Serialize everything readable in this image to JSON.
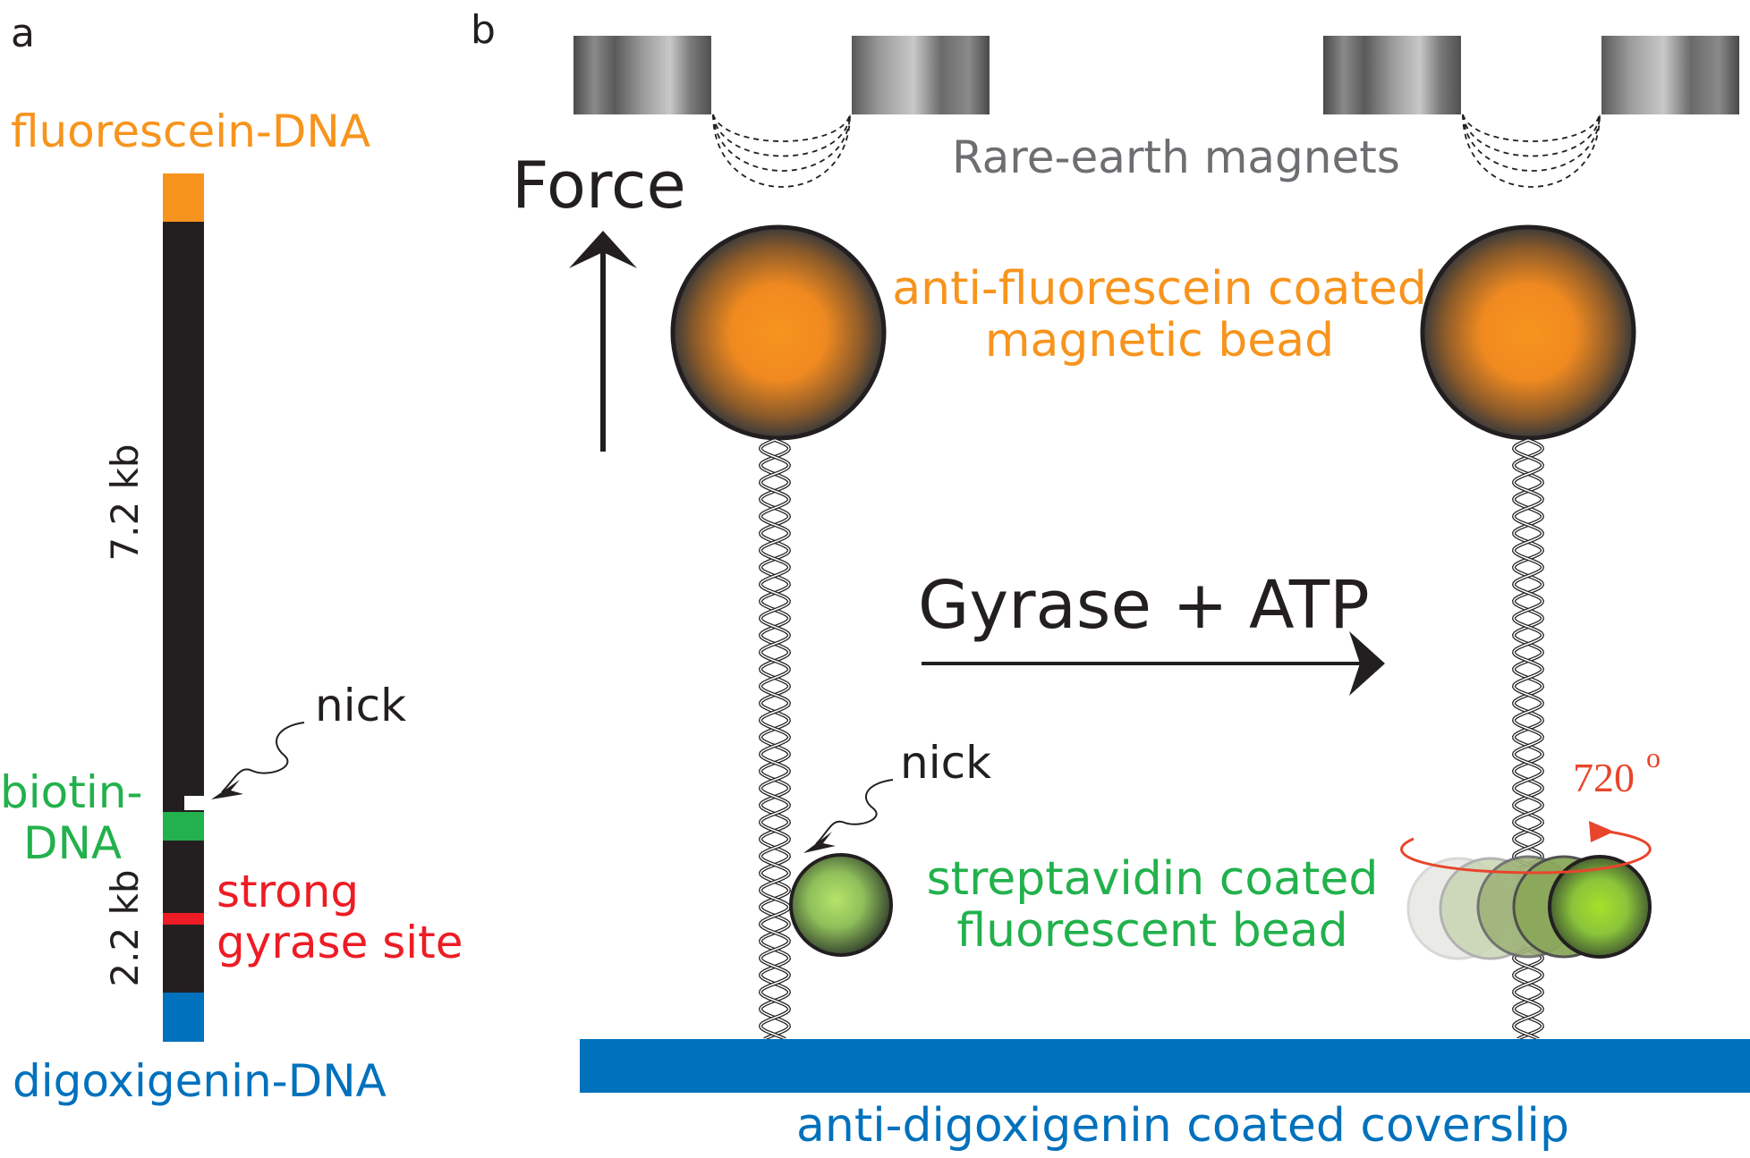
{
  "panel_a": {
    "panel_label": "a",
    "top_label": "fluorescein-DNA",
    "length_long": "7.2 kb",
    "nick_label": "nick",
    "biotin_label_line1": "biotin-",
    "biotin_label_line2": "DNA",
    "length_short": "2.2 kb",
    "site_label_line1": "strong",
    "site_label_line2": "gyrase site",
    "bottom_label": "digoxigenin-DNA"
  },
  "panel_b": {
    "panel_label": "b",
    "magnets_label": "Rare-earth magnets",
    "force_label": "Force",
    "bead_label_line1": "anti-fluorescein coated",
    "bead_label_line2": "magnetic bead",
    "reaction_label": "Gyrase + ATP",
    "nick_label": "nick",
    "rotation_label": "720",
    "rotation_unit": "o",
    "fluor_bead_label_line1": "streptavidin coated",
    "fluor_bead_label_line2": "fluorescent bead",
    "coverslip_label": "anti-digoxigenin coated coverslip"
  },
  "colors": {
    "fluorescein": "#f7941d",
    "biotin": "#22b14c",
    "gyrase_site": "#ed1c24",
    "digoxigenin": "#0071bc",
    "dna": "#231f20",
    "magnets_text": "#6d6e71",
    "rotation": "#e8452c"
  }
}
